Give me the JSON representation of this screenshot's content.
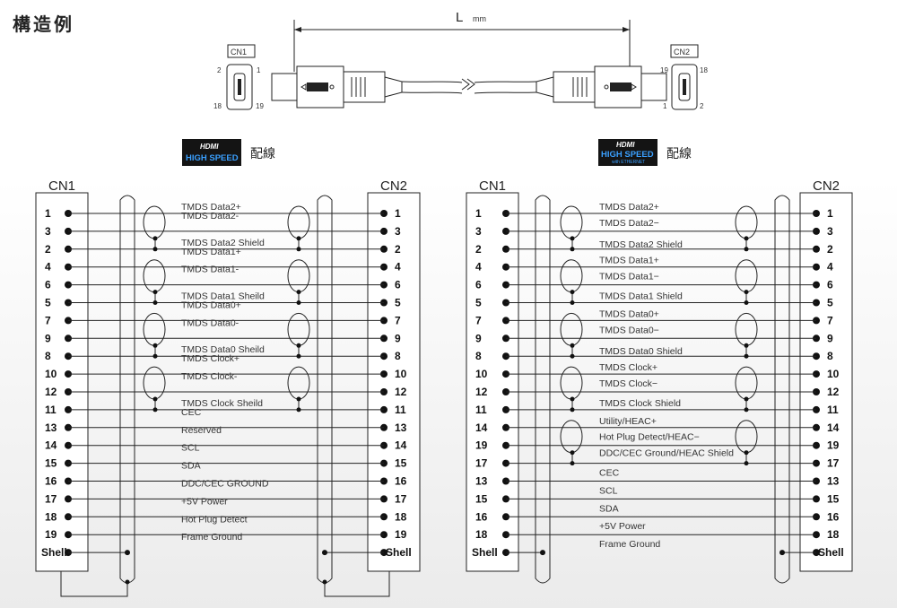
{
  "title": "構造例",
  "cable": {
    "length_label": "L",
    "length_unit": "mm",
    "cn1_label": "CN1",
    "cn2_label": "CN2",
    "cn1_pins": {
      "tl": "2",
      "tr": "1",
      "bl": "18",
      "br": "19"
    },
    "cn2_pins": {
      "tl": "19",
      "tr": "18",
      "bl": "1",
      "br": "2"
    }
  },
  "left": {
    "logo_top": "HDMI",
    "logo_main": "HIGH SPEED",
    "logo_sub": "",
    "wiring_label": "配線",
    "cn1": "CN1",
    "cn2": "CN2",
    "pins": [
      "1",
      "3",
      "2",
      "4",
      "6",
      "5",
      "7",
      "9",
      "8",
      "10",
      "12",
      "11",
      "13",
      "14",
      "15",
      "16",
      "17",
      "18",
      "19",
      "Shell"
    ],
    "signals": [
      {
        "text": "TMDS Data2+",
        "row": 0
      },
      {
        "text": "TMDS Data2-",
        "row": 0.5
      },
      {
        "text": "TMDS Data2 Shield",
        "row": 2
      },
      {
        "text": "TMDS Data1+",
        "row": 2.5
      },
      {
        "text": "TMDS Data1-",
        "row": 3.5
      },
      {
        "text": "TMDS Data1 Sheild",
        "row": 5
      },
      {
        "text": "TMDS Data0+",
        "row": 5.5
      },
      {
        "text": "TMDS Data0-",
        "row": 6.5
      },
      {
        "text": "TMDS Data0 Sheild",
        "row": 8
      },
      {
        "text": "TMDS Clock+",
        "row": 8.5
      },
      {
        "text": "TMDS Clock-",
        "row": 9.5
      },
      {
        "text": "TMDS Clock Sheild",
        "row": 11
      },
      {
        "text": "CEC",
        "row": 11.5
      },
      {
        "text": "Reserved",
        "row": 12.5
      },
      {
        "text": "SCL",
        "row": 13.5
      },
      {
        "text": "SDA",
        "row": 14.5
      },
      {
        "text": "DDC/CEC GROUND",
        "row": 15.5
      },
      {
        "text": "+5V Power",
        "row": 16.5
      },
      {
        "text": "Hot Plug Detect",
        "row": 17.5
      },
      {
        "text": "Frame Ground",
        "row": 18.5
      }
    ],
    "pairs": [
      0,
      3,
      6,
      9
    ]
  },
  "right": {
    "logo_top": "HDMI",
    "logo_main": "HIGH SPEED",
    "logo_sub": "with ETHERNET",
    "wiring_label": "配線",
    "cn1": "CN1",
    "cn2": "CN2",
    "pins": [
      "1",
      "3",
      "2",
      "4",
      "6",
      "5",
      "7",
      "9",
      "8",
      "10",
      "12",
      "11",
      "14",
      "19",
      "17",
      "13",
      "15",
      "16",
      "18",
      "Shell"
    ],
    "signals": [
      {
        "text": "TMDS Data2+",
        "row": 0
      },
      {
        "text": "TMDS Data2−",
        "row": 0.9
      },
      {
        "text": "TMDS Data2 Shield",
        "row": 2.1
      },
      {
        "text": "TMDS Data1+",
        "row": 3
      },
      {
        "text": "TMDS Data1−",
        "row": 3.9
      },
      {
        "text": "TMDS Data1 Shield",
        "row": 5
      },
      {
        "text": "TMDS Data0+",
        "row": 6
      },
      {
        "text": "TMDS Data0−",
        "row": 6.9
      },
      {
        "text": "TMDS Data0 Shield",
        "row": 8.1
      },
      {
        "text": "TMDS Clock+",
        "row": 9
      },
      {
        "text": "TMDS Clock−",
        "row": 9.9
      },
      {
        "text": "TMDS Clock Shield",
        "row": 11
      },
      {
        "text": "Utility/HEAC+",
        "row": 12
      },
      {
        "text": "Hot Plug Detect/HEAC−",
        "row": 12.9
      },
      {
        "text": "DDC/CEC Ground/HEAC Shield",
        "row": 13.8
      },
      {
        "text": "CEC",
        "row": 14.9
      },
      {
        "text": "SCL",
        "row": 15.9
      },
      {
        "text": "SDA",
        "row": 16.9
      },
      {
        "text": "+5V Power",
        "row": 17.9
      },
      {
        "text": "Frame Ground",
        "row": 18.9
      }
    ],
    "pairs": [
      0,
      3,
      6,
      9,
      12
    ]
  }
}
